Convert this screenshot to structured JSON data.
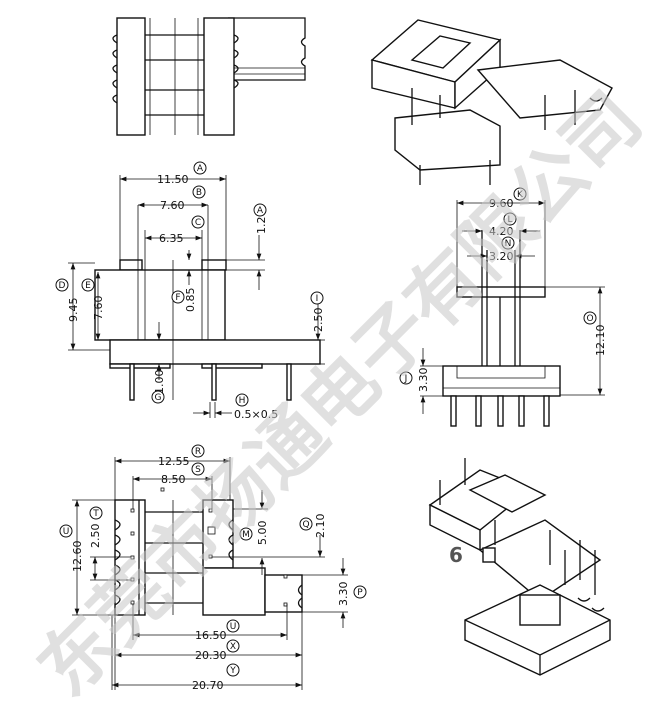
{
  "watermark": "东莞市扬通电子有限公司",
  "view_number": "6",
  "front_view": {
    "dims": {
      "a_width": "11.50",
      "b_width": "7.60",
      "c_width": "6.35",
      "a_flange": "1.20",
      "d_height": "9.45",
      "e_height": "7.60",
      "f_thick": "0.85",
      "g_pin": "1.00",
      "h_pin_section": "0.5×0.5",
      "i_height": "2.50"
    },
    "labels": {
      "a": "A",
      "b": "B",
      "c": "C",
      "a2": "A",
      "d": "D",
      "e": "E",
      "f": "F",
      "g": "G",
      "h": "H",
      "i": "I"
    }
  },
  "side_view": {
    "dims": {
      "k_width": "9.60",
      "l_width": "4.20",
      "n_width": "3.20",
      "o_height": "12.10",
      "j_height": "3.30"
    },
    "labels": {
      "k": "K",
      "l": "L",
      "n": "N",
      "o": "O",
      "j": "J"
    }
  },
  "bottom_view": {
    "dims": {
      "r_width": "12.55",
      "s_width": "8.50",
      "t_pitch": "2.50",
      "u_height": "12.60",
      "m_height": "5.00",
      "q_offset": "2.10",
      "p_pitch": "3.30",
      "v_span": "16.50",
      "x_width": "20.30",
      "y_width": "20.70"
    },
    "labels": {
      "r": "R",
      "s": "S",
      "t": "T",
      "u": "U",
      "m": "M",
      "q": "Q",
      "p": "P",
      "v": "U",
      "x": "X",
      "y": "Y"
    }
  }
}
